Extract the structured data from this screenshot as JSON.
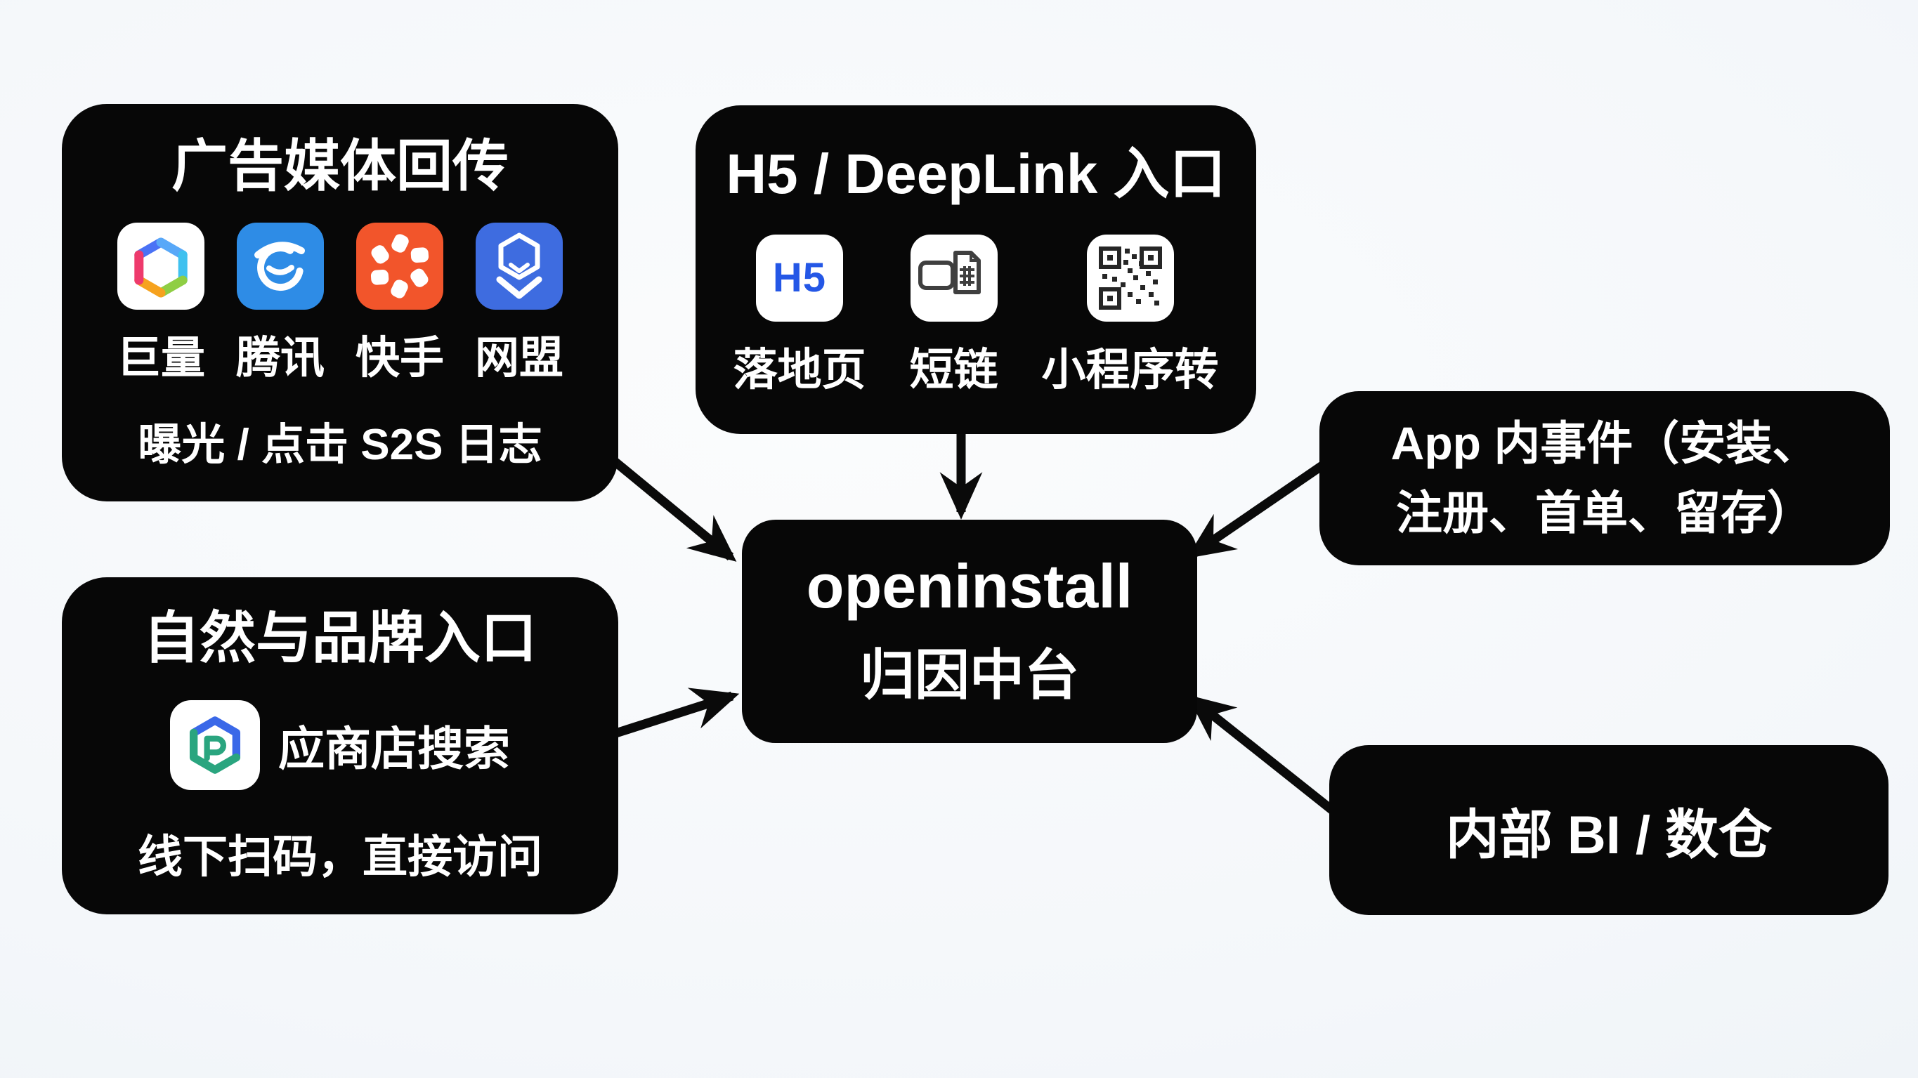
{
  "colors": {
    "background_edge": "#e7eef4",
    "background_center": "#f8fafc",
    "node_background": "#070707",
    "node_text": "#ffffff",
    "arrow": "#0a0a0a",
    "h5_badge_blue": "#2457e6",
    "tencent_blue": "#2e8ce6",
    "kuaishou_orange": "#f2552b",
    "ad_network_blue": "#3e6ce0",
    "organic_hex_blue": "#3a68e8",
    "organic_hex_green": "#2aa57f"
  },
  "nodes": {
    "ad_media": {
      "title": "广告媒体回传",
      "channels": [
        {
          "label": "巨量",
          "icon": "ocean-engine-icon"
        },
        {
          "label": "腾讯",
          "icon": "tencent-ads-icon"
        },
        {
          "label": "快手",
          "icon": "kuaishou-icon"
        },
        {
          "label": "网盟",
          "icon": "ad-network-shield-icon"
        }
      ],
      "caption": "曝光 / 点击 S2S 日志"
    },
    "h5_deeplink": {
      "title": "H5 / DeepLink 入口",
      "entries": [
        {
          "label": "落地页",
          "icon": "h5-badge-icon",
          "icon_text": "H5"
        },
        {
          "label": "短链",
          "icon": "short-link-icon"
        },
        {
          "label": "小程序转",
          "icon": "qr-code-icon"
        }
      ]
    },
    "app_events": {
      "line1": "App 内事件（安装、",
      "line2": "注册、首单、留存）"
    },
    "attribution_hub": {
      "line1": "openinstall",
      "line2": "归因中台"
    },
    "organic_brand": {
      "title": "自然与品牌入口",
      "icon": "app-store-hexagon-icon",
      "store_search_label": "应商店搜索",
      "caption": "线下扫码，直接访问"
    },
    "internal_bi": {
      "label": "内部 BI / 数仓"
    }
  }
}
